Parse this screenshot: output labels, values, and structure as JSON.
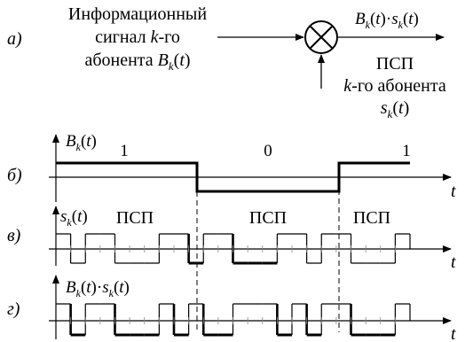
{
  "labels": {
    "a": "а)",
    "b": "б)",
    "v": "в)",
    "g": "г)"
  },
  "block": {
    "info_line1": "Информационный",
    "info_line2_pre": "сигнал ",
    "info_line2_k": "k",
    "info_line2_post": "-го",
    "info_line3_pre": "абонента ",
    "product": "B_k(t)·s_k(t)",
    "psp_title": "ПСП",
    "psp_k": "k",
    "psp_sub": "-го абонента",
    "psp_signal": "s_k(t)",
    "multiplier_symbol": "×"
  },
  "plots": {
    "b_axis": "B_k(t)",
    "b_values": [
      "1",
      "0",
      "1"
    ],
    "v_axis": "s_k(t)",
    "v_segments": [
      "ПСП",
      "ПСП",
      "ПСП"
    ],
    "g_axis": "B_k(t)·s_k(t)",
    "t_label": "t"
  },
  "chart_data": {
    "type": "line",
    "bits": [
      1,
      0,
      1
    ],
    "pn_sequence": [
      1,
      0,
      1,
      1,
      0,
      0,
      0,
      1,
      1,
      0,
      1,
      1,
      0,
      0,
      0,
      1,
      1,
      0,
      1,
      1,
      0,
      0,
      0,
      1
    ]
  }
}
